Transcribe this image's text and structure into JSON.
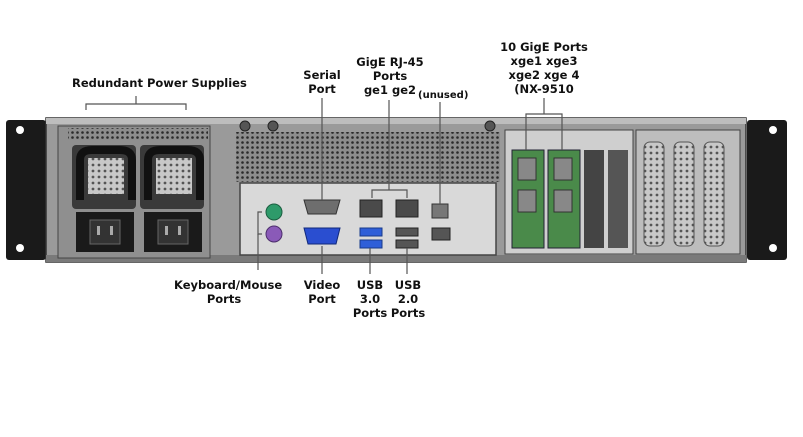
{
  "labels": {
    "power": "Redundant Power Supplies",
    "serial": [
      "Serial",
      "Port"
    ],
    "gige": [
      "GigE RJ-45",
      "Ports",
      "ge1  ge2"
    ],
    "unused": "(unused)",
    "tengig": [
      "10 GigE Ports",
      "xge1  xge3",
      "xge2  xge 4",
      "(NX-9510"
    ],
    "kbd": [
      "Keyboard/Mouse",
      "Ports"
    ],
    "video": [
      "Video",
      "Port"
    ],
    "usb3": [
      "USB",
      "3.0",
      "Ports"
    ],
    "usb2": [
      "USB",
      "2.0",
      "Ports"
    ]
  },
  "colors": {
    "chassis": "#9a9a9a",
    "ear": "#1a1a1a",
    "line": "#555555",
    "io_shield": "#d9d9d9",
    "ps2_green": "#2e9a6a",
    "ps2_purple": "#8a5ab8",
    "vga_blue": "#2a4ed0",
    "usb3_blue": "#2f5fd8",
    "nic_green": "#4a8a4a"
  }
}
